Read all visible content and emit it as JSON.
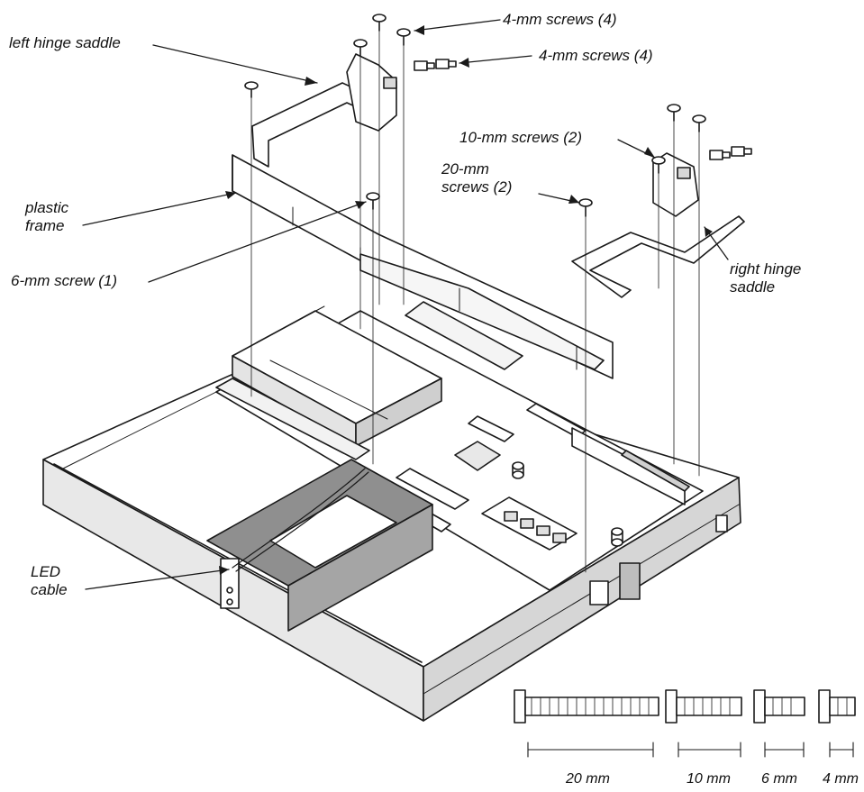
{
  "callouts": {
    "left_hinge_saddle": "left hinge saddle",
    "four_mm_screws_top": "4-mm screws (4)",
    "four_mm_screws_mid": "4-mm screws (4)",
    "ten_mm_screws": "10-mm screws (2)",
    "twenty_mm_screws": "20-mm\nscrews (2)",
    "plastic_frame": "plastic\nframe",
    "six_mm_screw": "6-mm screw (1)",
    "right_hinge_saddle": "right hinge\nsaddle",
    "led_cable": "LED\ncable"
  },
  "screw_scale": [
    {
      "length_label": "20 mm"
    },
    {
      "length_label": "10 mm"
    },
    {
      "length_label": "6 mm"
    },
    {
      "length_label": "4 mm"
    }
  ]
}
